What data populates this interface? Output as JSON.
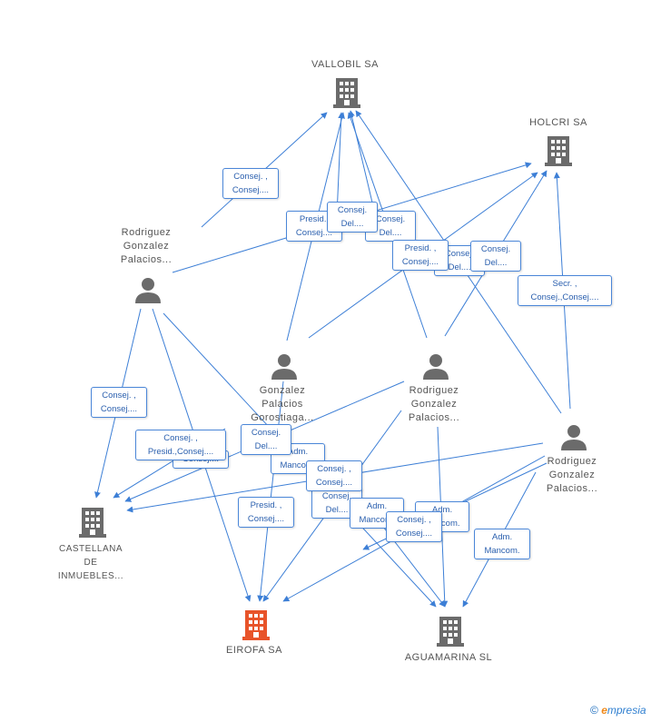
{
  "nodes": {
    "vallobil": {
      "label": "VALLOBIL SA",
      "type": "company"
    },
    "holcri": {
      "label": "HOLCRI SA",
      "type": "company"
    },
    "castellana": {
      "label": "CASTELLANA\nDE\nINMUEBLES...",
      "type": "company"
    },
    "eirofa": {
      "label": "EIROFA SA",
      "type": "company",
      "highlight_color": "#e8542a"
    },
    "aguamarina": {
      "label": "AGUAMARINA SL",
      "type": "company"
    },
    "person1": {
      "label": "Rodriguez\nGonzalez\nPalacios...",
      "type": "person"
    },
    "person2": {
      "label": "Gonzalez\nPalacios\nGorostiaga...",
      "type": "person"
    },
    "person3": {
      "label": "Rodriguez\nGonzalez\nPalacios...",
      "type": "person"
    },
    "person4": {
      "label": "Rodriguez\nGonzalez\nPalacios...",
      "type": "person"
    }
  },
  "relations": [
    {
      "id": "r1",
      "text": "Consej. ,\nConsej...."
    },
    {
      "id": "r2",
      "text": "Presid.,\nConsej...."
    },
    {
      "id": "r3",
      "text": "Consej.\nDel...."
    },
    {
      "id": "r4",
      "text": "Consej.\nDel...."
    },
    {
      "id": "r5",
      "text": "Presid. ,\nConsej...."
    },
    {
      "id": "r6",
      "text": "Consej.\nDel...."
    },
    {
      "id": "r7",
      "text": "Consej.\nDel...."
    },
    {
      "id": "r8",
      "text": "Secr. ,\nConsej.,Consej...."
    },
    {
      "id": "r9",
      "text": "Consej. ,\nConsej...."
    },
    {
      "id": "r10",
      "text": "Consej. ,\nPresid.,Consej...."
    },
    {
      "id": "r11",
      "text": "Consej...."
    },
    {
      "id": "r12",
      "text": "Consej.\nDel...."
    },
    {
      "id": "r13",
      "text": "Adm.\nMancom."
    },
    {
      "id": "r14",
      "text": "Consej. ,\nConsej...."
    },
    {
      "id": "r15",
      "text": "Consej.\nDel...."
    },
    {
      "id": "r16",
      "text": "Presid. ,\nConsej...."
    },
    {
      "id": "r17",
      "text": "Adm.\nMancom."
    },
    {
      "id": "r18",
      "text": "Adm.\nMancom."
    },
    {
      "id": "r19",
      "text": "Consej. ,\nConsej...."
    },
    {
      "id": "r20",
      "text": "Adm.\nMancom."
    }
  ],
  "colors": {
    "edge": "#3d7fd6",
    "node_gray": "#6b6b6b",
    "node_highlight": "#e8542a",
    "relation_text": "#2a5fae"
  },
  "footer": {
    "copyright": "©",
    "brand_e": "e",
    "brand_rest": "mpresia"
  }
}
